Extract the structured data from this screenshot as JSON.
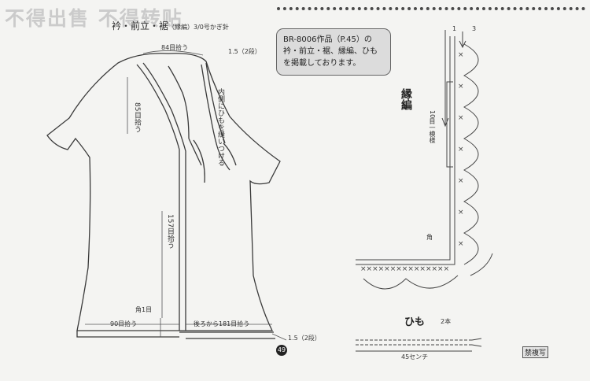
{
  "watermark": "不得出售 不得转贴",
  "title": {
    "main": "衿・前立・裾",
    "sub": "（縁編）3/0号かぎ針"
  },
  "note": {
    "line1": "BR-8006作品（P.45）の",
    "line2": "衿・前立・裾、縁編、ひも",
    "line3": "を掲載しております。"
  },
  "labels": {
    "neck_pickup": "84目拾う",
    "rows_15_top": "1.5（2段）",
    "left_85": "85目拾う",
    "tie_note": "内側にひもを縫いつける",
    "front_157": "157目拾う",
    "corner_1": "角1目",
    "hem_90": "90目拾う",
    "back_181": "後ろから181目拾う",
    "rows_15_bottom": "1.5（2段）",
    "page_number": "49",
    "edging_title": "縁編",
    "repeat": "10目一模様",
    "corner": "角",
    "num_1": "1",
    "num_3": "3",
    "cord_title": "ひも",
    "cord_count": "2本",
    "cord_length": "45センチ",
    "stamp": "禁複写"
  },
  "colors": {
    "line": "#3a3a3a",
    "bg": "#f4f4f2"
  }
}
